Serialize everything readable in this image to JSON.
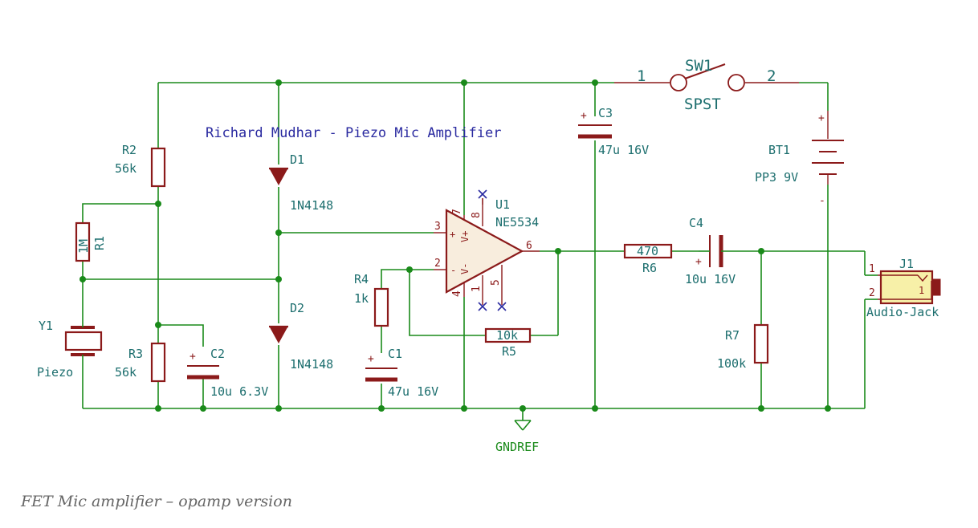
{
  "schematic": {
    "title": "Richard Mudhar - Piezo Mic Amplifier",
    "ground_label": "GNDREF",
    "components": {
      "r1": {
        "ref": "R1",
        "value": "1M"
      },
      "r2": {
        "ref": "R2",
        "value": "56k"
      },
      "r3": {
        "ref": "R3",
        "value": "56k"
      },
      "r4": {
        "ref": "R4",
        "value": "1k"
      },
      "r5": {
        "ref": "R5",
        "value": "10k"
      },
      "r6": {
        "ref": "R6",
        "value": "470"
      },
      "r7": {
        "ref": "R7",
        "value": "100k"
      },
      "c1": {
        "ref": "C1",
        "value": "47u 16V",
        "polarity": "+"
      },
      "c2": {
        "ref": "C2",
        "value": "10u 6.3V",
        "polarity": "+"
      },
      "c3": {
        "ref": "C3",
        "value": "47u 16V",
        "polarity": "+"
      },
      "c4": {
        "ref": "C4",
        "value": "10u 16V",
        "polarity": "+"
      },
      "d1": {
        "ref": "D1",
        "value": "1N4148"
      },
      "d2": {
        "ref": "D2",
        "value": "1N4148"
      },
      "y1": {
        "ref": "Y1",
        "value": "Piezo"
      },
      "u1": {
        "ref": "U1",
        "value": "NE5534"
      },
      "sw1": {
        "ref": "SW1",
        "value": "SPST",
        "pin1": "1",
        "pin2": "2"
      },
      "bt1": {
        "ref": "BT1",
        "value": "PP3 9V",
        "plus": "+",
        "minus": "-"
      },
      "j1": {
        "ref": "J1",
        "value": "Audio-Jack",
        "pin1": "1",
        "pin2": "2",
        "pin_inner": "1"
      }
    },
    "opamp_pins": {
      "p1": "1",
      "p2": "2",
      "p3": "3",
      "p4": "4",
      "p5": "5",
      "p6": "6",
      "p7": "7",
      "p8": "8",
      "in_plus": "+",
      "in_minus": "-",
      "v_plus": "V+",
      "v_minus": "V-"
    }
  },
  "caption": "FET Mic amplifier – opamp version"
}
